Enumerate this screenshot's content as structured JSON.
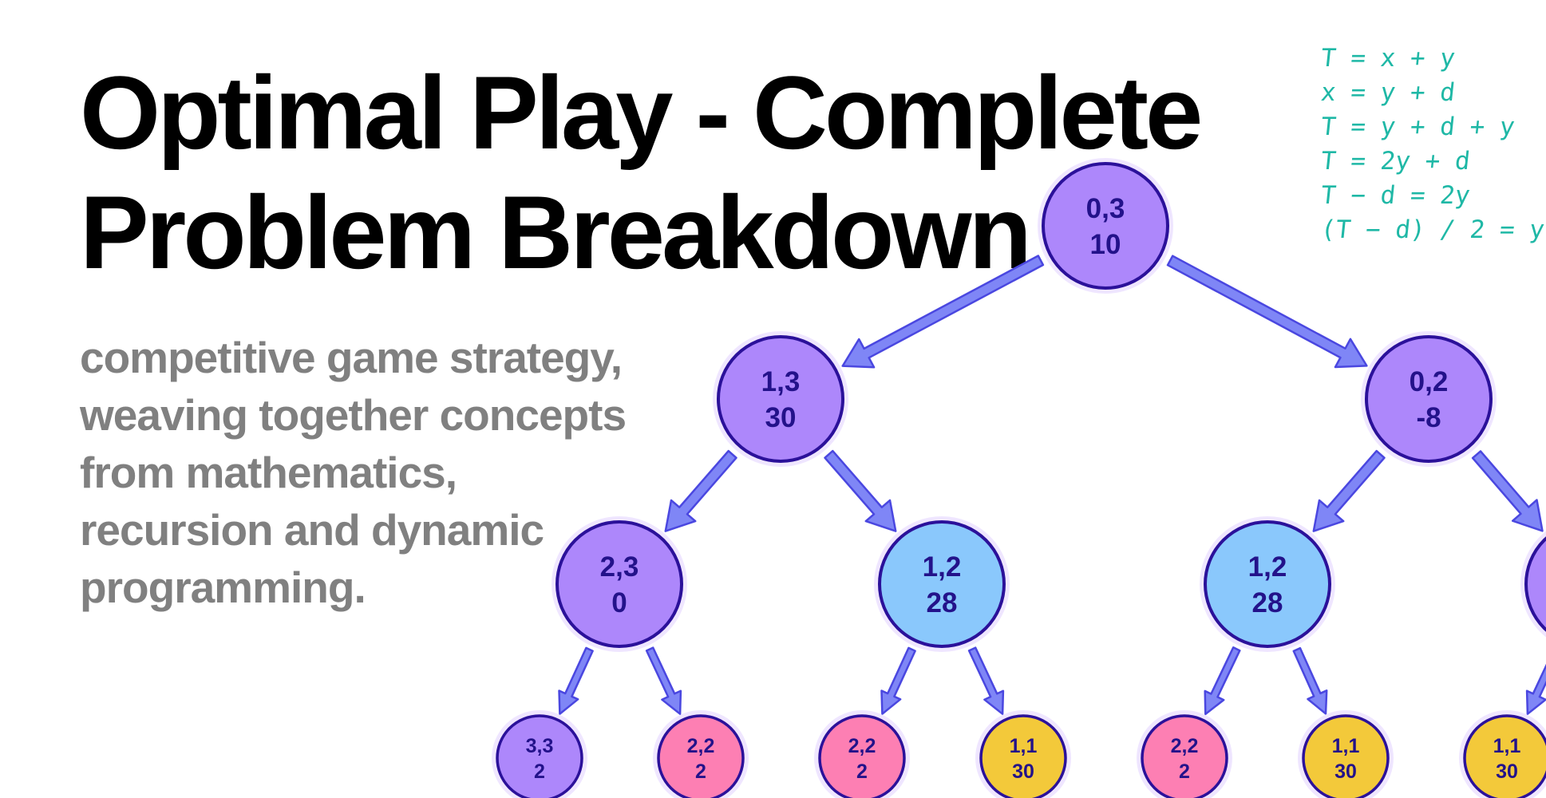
{
  "title": {
    "line1": "Optimal Play - Complete",
    "line2": "Problem Breakdown"
  },
  "subtitle": {
    "lines": [
      "competitive game strategy,",
      "weaving together concepts",
      "from mathematics,",
      "recursion and dynamic",
      "programming."
    ]
  },
  "notes": {
    "lines": [
      "T = x + y",
      "x = y + d",
      "T = y + d + y",
      "T = 2y + d",
      "T − d = 2y",
      "(T − d) / 2 = y"
    ]
  },
  "colors": {
    "purple": "#ad87fb",
    "blue": "#8ac8fc",
    "pink": "#fd7fb3",
    "yellow": "#f3c93a",
    "node_stroke": "#2b119a",
    "arrow_fill": "#7f86f6",
    "arrow_stroke": "#4a47e0",
    "text_gray": "#808080",
    "notes_teal": "#1fb8a6"
  },
  "tree": {
    "nodes": [
      {
        "id": "n0",
        "range": "0,3",
        "value": "10",
        "color": "purple"
      },
      {
        "id": "n1",
        "range": "1,3",
        "value": "30",
        "color": "purple"
      },
      {
        "id": "n2",
        "range": "0,2",
        "value": "-8",
        "color": "purple"
      },
      {
        "id": "n3",
        "range": "2,3",
        "value": "0",
        "color": "purple"
      },
      {
        "id": "n4",
        "range": "1,2",
        "value": "28",
        "color": "blue"
      },
      {
        "id": "n5",
        "range": "1,2",
        "value": "28",
        "color": "blue"
      },
      {
        "id": "n6",
        "range": "",
        "value": "",
        "color": "purple"
      },
      {
        "id": "n7",
        "range": "3,3",
        "value": "2",
        "color": "purple"
      },
      {
        "id": "n8",
        "range": "2,2",
        "value": "2",
        "color": "pink"
      },
      {
        "id": "n9",
        "range": "2,2",
        "value": "2",
        "color": "pink"
      },
      {
        "id": "n10",
        "range": "1,1",
        "value": "30",
        "color": "yellow"
      },
      {
        "id": "n11",
        "range": "2,2",
        "value": "2",
        "color": "pink"
      },
      {
        "id": "n12",
        "range": "1,1",
        "value": "30",
        "color": "yellow"
      },
      {
        "id": "n13",
        "range": "1,1",
        "value": "30",
        "color": "yellow"
      }
    ],
    "edges": [
      {
        "from": "n0",
        "to": "n1"
      },
      {
        "from": "n0",
        "to": "n2"
      },
      {
        "from": "n1",
        "to": "n3"
      },
      {
        "from": "n1",
        "to": "n4"
      },
      {
        "from": "n2",
        "to": "n5"
      },
      {
        "from": "n2",
        "to": "n6"
      },
      {
        "from": "n3",
        "to": "n7"
      },
      {
        "from": "n3",
        "to": "n8"
      },
      {
        "from": "n4",
        "to": "n9"
      },
      {
        "from": "n4",
        "to": "n10"
      },
      {
        "from": "n5",
        "to": "n11"
      },
      {
        "from": "n5",
        "to": "n12"
      },
      {
        "from": "n6",
        "to": "n13"
      }
    ]
  }
}
